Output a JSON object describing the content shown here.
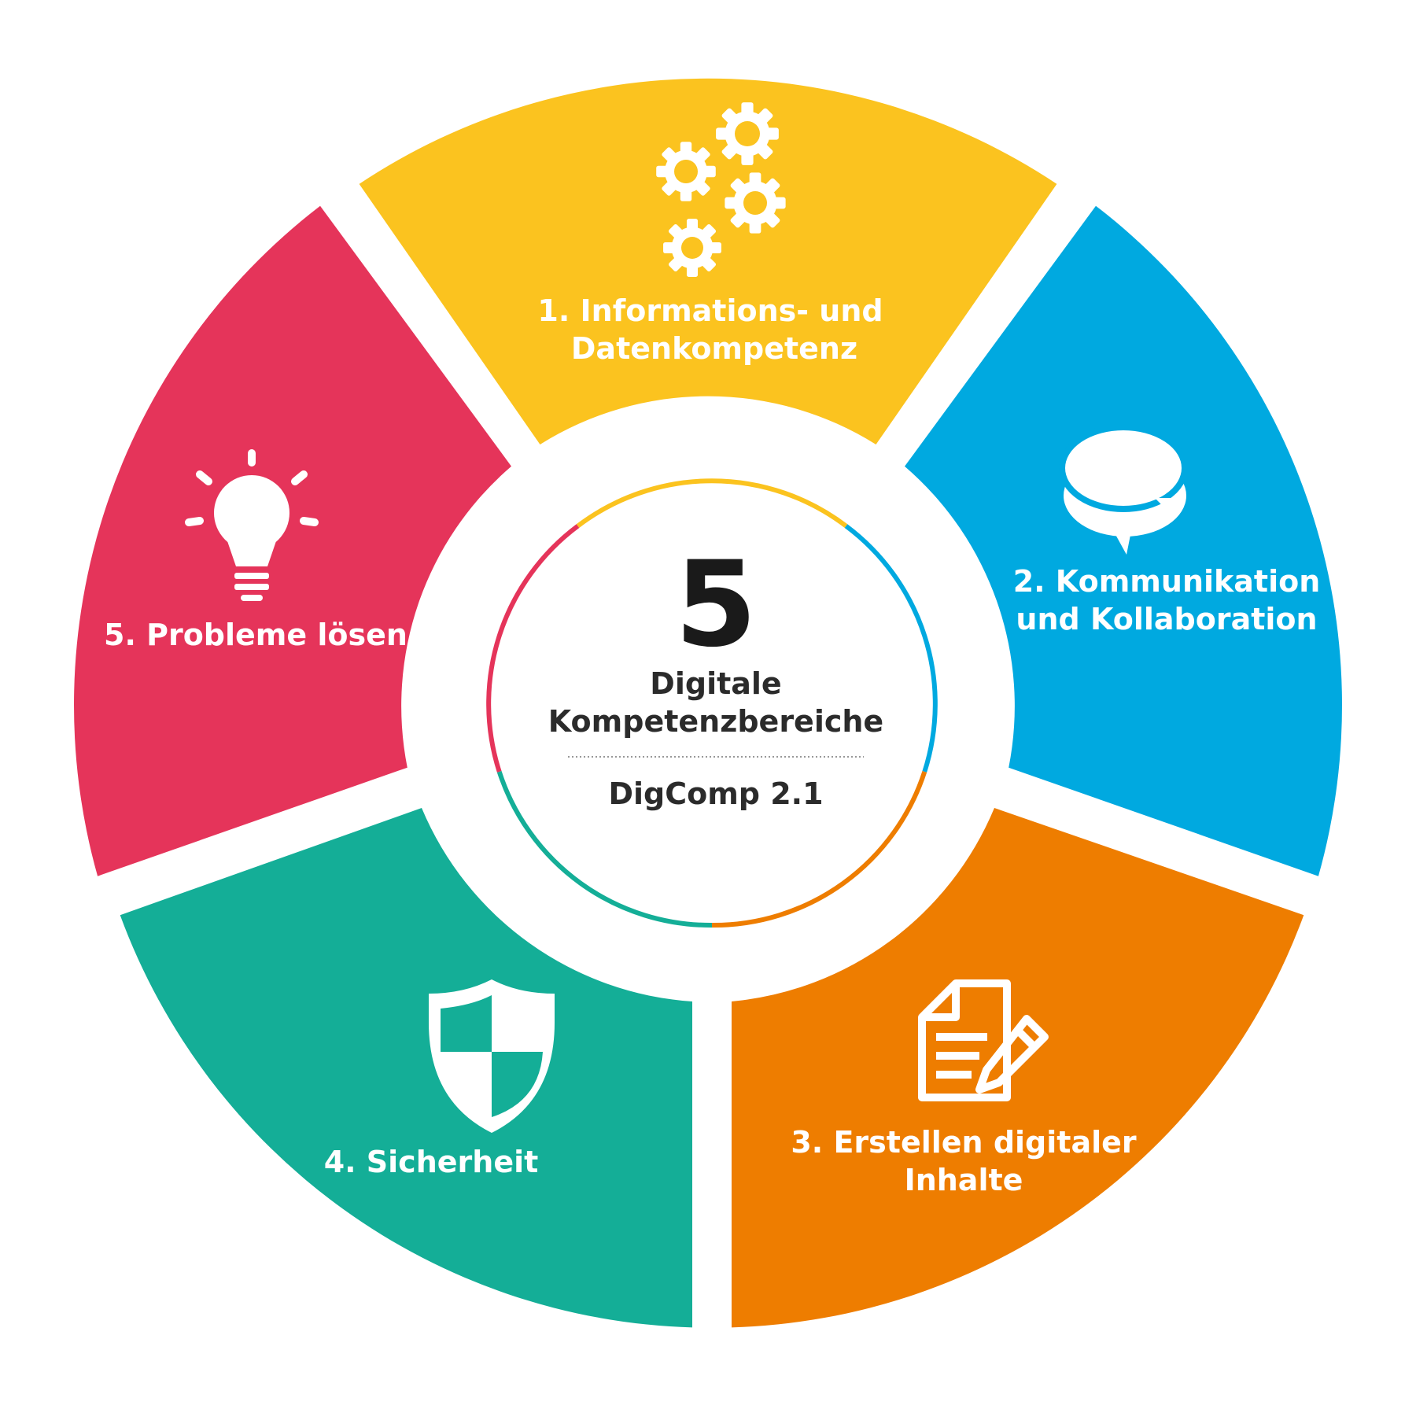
{
  "center": {
    "number": "5",
    "line1": "Digitale",
    "line2": "Kompetenzbereiche",
    "footer": "DigComp 2.1"
  },
  "segments": [
    {
      "id": "info",
      "label_lines": [
        "1. Informations- und",
        "Datenkompetenz"
      ],
      "color": "#FBC31F",
      "icon": "gears-icon"
    },
    {
      "id": "komm",
      "label_lines": [
        "2. Kommunikation",
        "und Kollaboration"
      ],
      "color": "#00A9E0",
      "icon": "speech-bubbles-icon"
    },
    {
      "id": "erst",
      "label_lines": [
        "3. Erstellen digitaler",
        "Inhalte"
      ],
      "color": "#EE7D00",
      "icon": "document-pencil-icon"
    },
    {
      "id": "sich",
      "label_lines": [
        "4. Sicherheit"
      ],
      "color": "#14AE97",
      "icon": "shield-icon"
    },
    {
      "id": "prob",
      "label_lines": [
        "5. Probleme lösen"
      ],
      "color": "#E5345A",
      "icon": "lightbulb-icon"
    }
  ]
}
